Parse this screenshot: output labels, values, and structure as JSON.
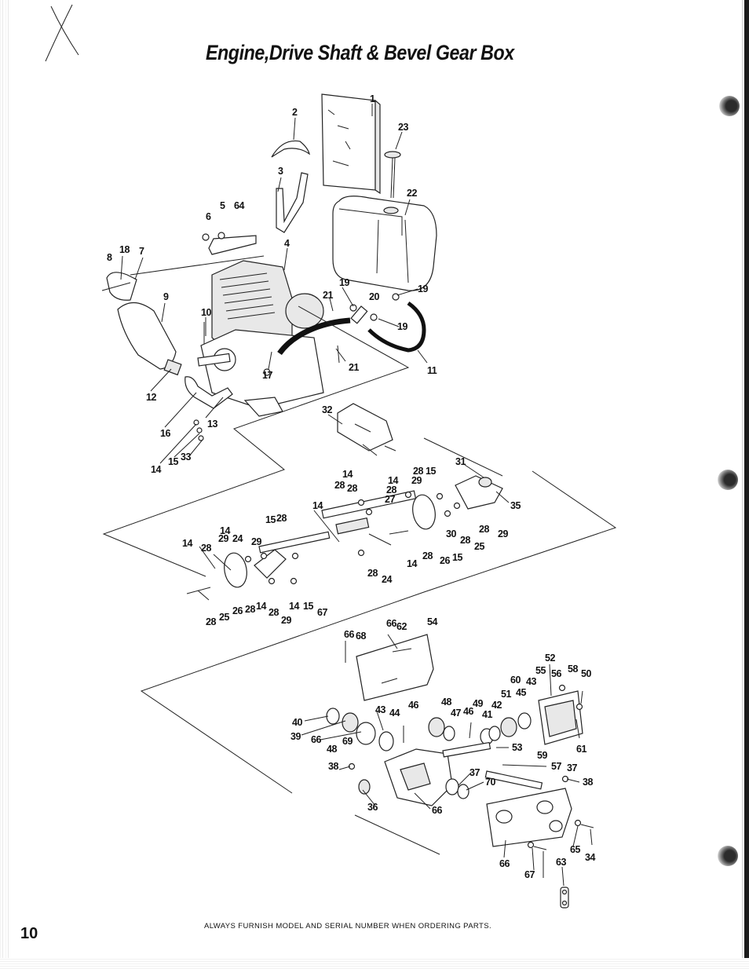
{
  "page": {
    "title": "Engine,Drive Shaft & Bevel Gear Box",
    "footer_note": "ALWAYS FURNISH MODEL AND SERIAL NUMBER WHEN ORDERING PARTS.",
    "page_number": "10"
  },
  "callouts": [
    "1",
    "2",
    "23",
    "3",
    "22",
    "5",
    "64",
    "6",
    "4",
    "18",
    "8",
    "7",
    "19",
    "20",
    "19",
    "21",
    "9",
    "10",
    "19",
    "17",
    "21",
    "11",
    "12",
    "16",
    "13",
    "14",
    "15",
    "33",
    "32",
    "31",
    "35",
    "14",
    "28",
    "15",
    "28",
    "28",
    "14",
    "28",
    "29",
    "27",
    "14",
    "15",
    "28",
    "30",
    "29",
    "28",
    "14",
    "28",
    "25",
    "24",
    "28",
    "14",
    "29",
    "29",
    "14",
    "28",
    "26",
    "15",
    "28",
    "24",
    "28",
    "25",
    "26",
    "28",
    "14",
    "28",
    "29",
    "14",
    "15",
    "67",
    "66",
    "68",
    "66",
    "62",
    "54",
    "52",
    "55",
    "56",
    "58",
    "50",
    "60",
    "43",
    "51",
    "45",
    "48",
    "49",
    "42",
    "43",
    "44",
    "46",
    "47",
    "46",
    "41",
    "40",
    "39",
    "66",
    "69",
    "48",
    "53",
    "59",
    "61",
    "57",
    "37",
    "38",
    "37",
    "70",
    "38",
    "36",
    "66",
    "65",
    "34",
    "63",
    "66",
    "67"
  ]
}
